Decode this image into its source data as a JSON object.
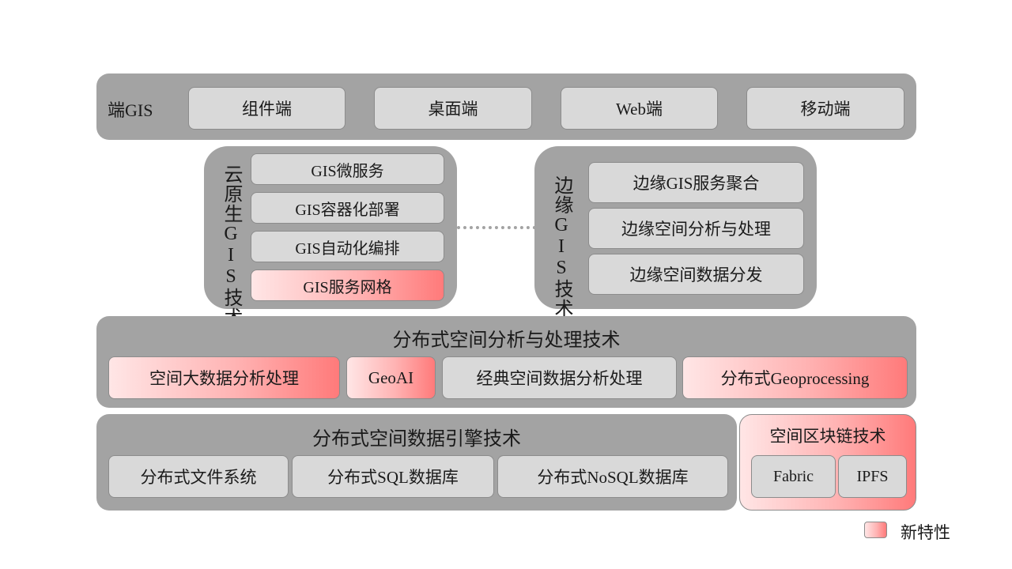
{
  "terminal": {
    "title": "端GIS",
    "items": [
      "组件端",
      "桌面端",
      "Web端",
      "移动端"
    ]
  },
  "cloud_native": {
    "title": "云原生GIS技术",
    "items": [
      "GIS微服务",
      "GIS容器化部署",
      "GIS自动化编排",
      "GIS服务网格"
    ]
  },
  "edge": {
    "title": "边缘GIS技术",
    "items": [
      "边缘GIS服务聚合",
      "边缘空间分析与处理",
      "边缘空间数据分发"
    ]
  },
  "analysis": {
    "title": "分布式空间分析与处理技术",
    "items": [
      "空间大数据分析处理",
      "GeoAI",
      "经典空间数据分析处理",
      "分布式Geoprocessing"
    ]
  },
  "engine": {
    "title": "分布式空间数据引擎技术",
    "items": [
      "分布式文件系统",
      "分布式SQL数据库",
      "分布式NoSQL数据库"
    ]
  },
  "blockchain": {
    "title": "空间区块链技术",
    "items": [
      "Fabric",
      "IPFS"
    ]
  },
  "legend": {
    "label": "新特性"
  },
  "colors": {
    "panel": "#a3a3a3",
    "box": "#d9d9d9",
    "new_feature_start": "#ffe6e6",
    "new_feature_end": "#ff7a7a",
    "connector": "#a3a3a3"
  }
}
